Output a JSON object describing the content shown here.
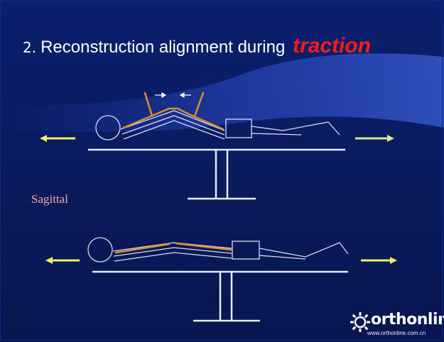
{
  "title": {
    "number": "2.",
    "text": "Reconstruction alignment during",
    "highlight": "traction"
  },
  "labels": {
    "sagittal": "Sagittal"
  },
  "watermark": {
    "brand": "orthonline",
    "url": "www.orthonline.com.cn"
  },
  "colors": {
    "background": "#0a1a5c",
    "highlight": "#ff1a1a",
    "rod": "#e0902a",
    "arrow": "#f0f060",
    "line": "#d8dcf0",
    "label": "#f4a6a6"
  },
  "icons": [
    "traction-arrow-left-icon",
    "traction-arrow-right-icon",
    "compression-arrow-icon",
    "gear-logo-icon"
  ]
}
